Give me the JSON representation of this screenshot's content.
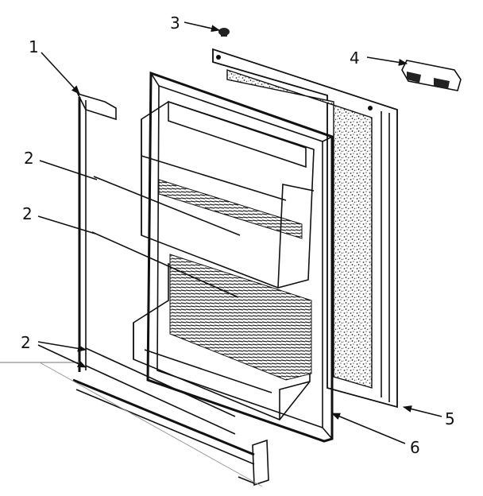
{
  "callouts": [
    {
      "id": "1",
      "text": "1"
    },
    {
      "id": "2a",
      "text": "2"
    },
    {
      "id": "2b",
      "text": "2"
    },
    {
      "id": "2c",
      "text": "2"
    },
    {
      "id": "3",
      "text": "3"
    },
    {
      "id": "4",
      "text": "4"
    },
    {
      "id": "5",
      "text": "5"
    },
    {
      "id": "6",
      "text": "6"
    }
  ]
}
